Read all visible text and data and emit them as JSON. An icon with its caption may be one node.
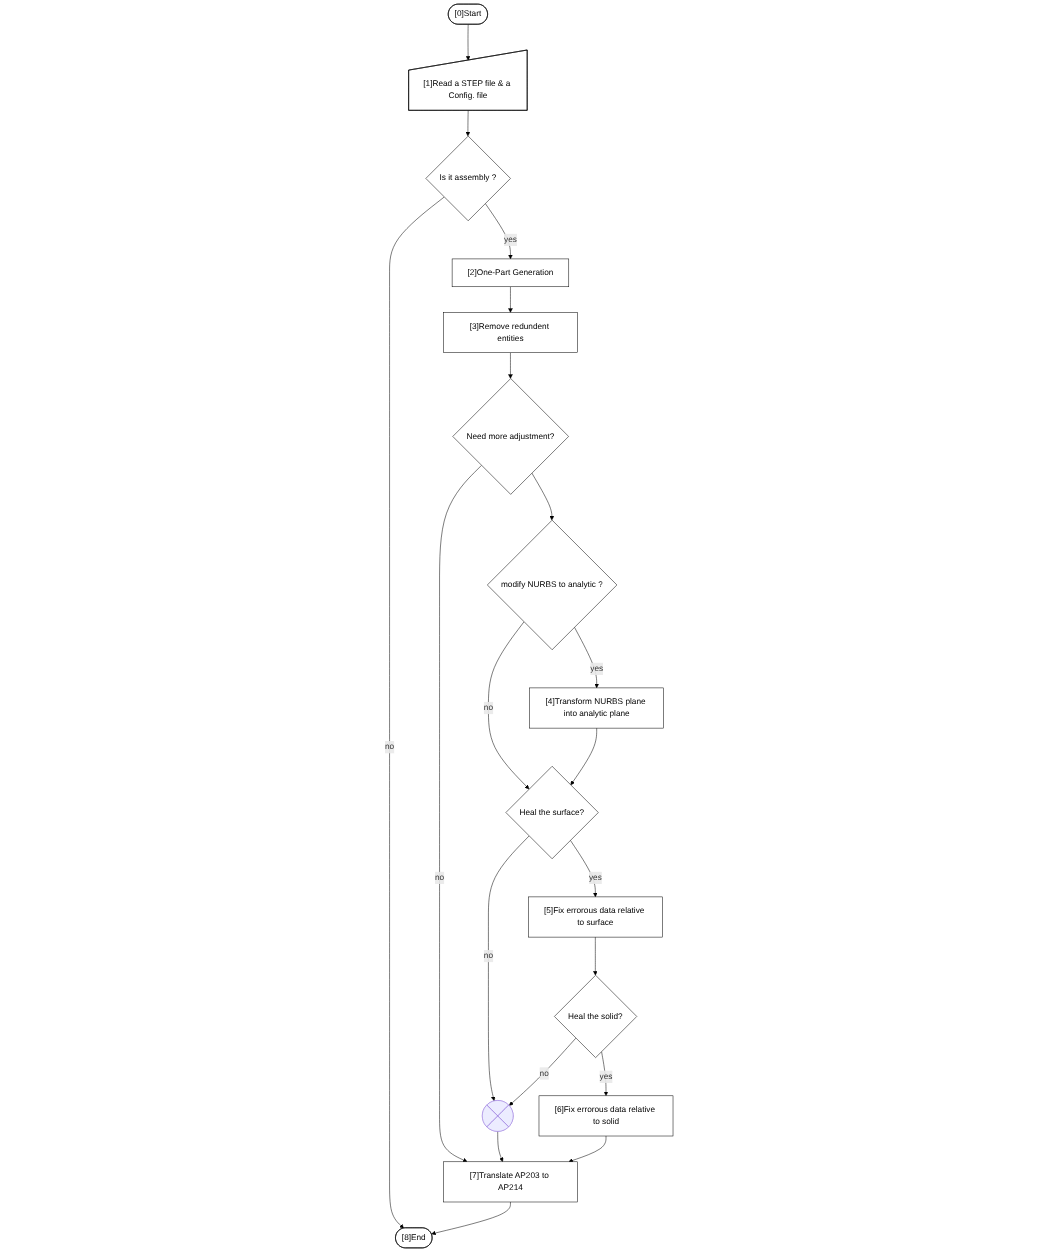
{
  "diagram": {
    "nodes": [
      {
        "text": [
          "[0]Start"
        ]
      },
      {
        "text": [
          "[1]Read a STEP file & a Config. file"
        ]
      },
      {
        "text": [
          "Is it assembly ?"
        ]
      },
      {
        "text": [
          "[2]One-Part Generation"
        ]
      },
      {
        "text": [
          "[3]Remove redundent entities"
        ]
      },
      {
        "text": [
          "Need more adjustment?"
        ]
      },
      {
        "text": [
          "modify NURBS to analytic ?"
        ]
      },
      {
        "text": [
          "[4]Transform NURBS plane into analytic plane"
        ]
      },
      {
        "text": [
          "Heal the surface?"
        ]
      },
      {
        "text": [
          "[5]Fix errorous data relative to surface"
        ]
      },
      {
        "text": [
          "Heal the solid?"
        ]
      },
      {
        "text": [],
        "shape": "circle"
      },
      {
        "text": [
          "[6]Fix errorous data relative to solid"
        ]
      },
      {
        "text": [
          "[7]Translate AP203 to AP214"
        ]
      },
      {
        "text": [
          "[8]End"
        ]
      }
    ],
    "edges": [
      {
        "from": 0,
        "to": 1,
        "arrow": "to"
      },
      {
        "from": 1,
        "to": 2,
        "arrow": "to"
      },
      {
        "from": 2,
        "to": 3,
        "label": "yes",
        "arrow": "to"
      },
      {
        "from": 2,
        "to": 14,
        "label": "no",
        "arrow": "to"
      },
      {
        "from": 3,
        "to": 4,
        "arrow": "to"
      },
      {
        "from": 4,
        "to": 5,
        "arrow": "to"
      },
      {
        "from": 5,
        "to": 6,
        "arrow": "to"
      },
      {
        "from": 5,
        "to": 13,
        "label": "no",
        "arrow": "to"
      },
      {
        "from": 6,
        "to": 7,
        "label": "yes",
        "arrow": "to"
      },
      {
        "from": 6,
        "to": 8,
        "label": "no",
        "arrow": "to"
      },
      {
        "from": 7,
        "to": 8,
        "arrow": "to"
      },
      {
        "from": 8,
        "to": 9,
        "label": "yes",
        "arrow": "to"
      },
      {
        "from": 8,
        "to": 11,
        "label": "no",
        "arrow": "to"
      },
      {
        "from": 9,
        "to": 10,
        "arrow": "to"
      },
      {
        "from": 10,
        "to": 12,
        "label": "yes",
        "arrow": "to"
      },
      {
        "from": 10,
        "to": 11,
        "label": "no",
        "arrow": "to"
      },
      {
        "from": 11,
        "to": 13,
        "arrow": "to"
      },
      {
        "from": 12,
        "to": 13,
        "arrow": "to"
      },
      {
        "from": 13,
        "to": 14,
        "arrow": "to"
      }
    ]
  }
}
